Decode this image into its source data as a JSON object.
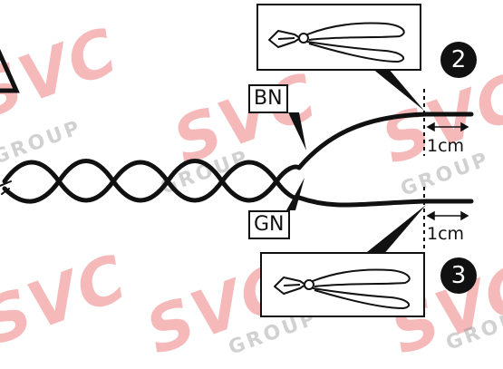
{
  "watermark": {
    "logo_text": "SVC",
    "group_text": "GROUP"
  },
  "labels": {
    "brown_wire": "BN",
    "green_wire": "GN",
    "strip_length_top": "1cm",
    "strip_length_bottom": "1cm"
  },
  "steps": {
    "upper": "2",
    "lower": "3"
  },
  "icons": {
    "tool": "wire-cutter-icon",
    "warning": "warning-triangle-icon"
  },
  "colors": {
    "ink": "#111111",
    "watermark_red": "#e5383b",
    "watermark_gray": "#9a9a9a"
  }
}
